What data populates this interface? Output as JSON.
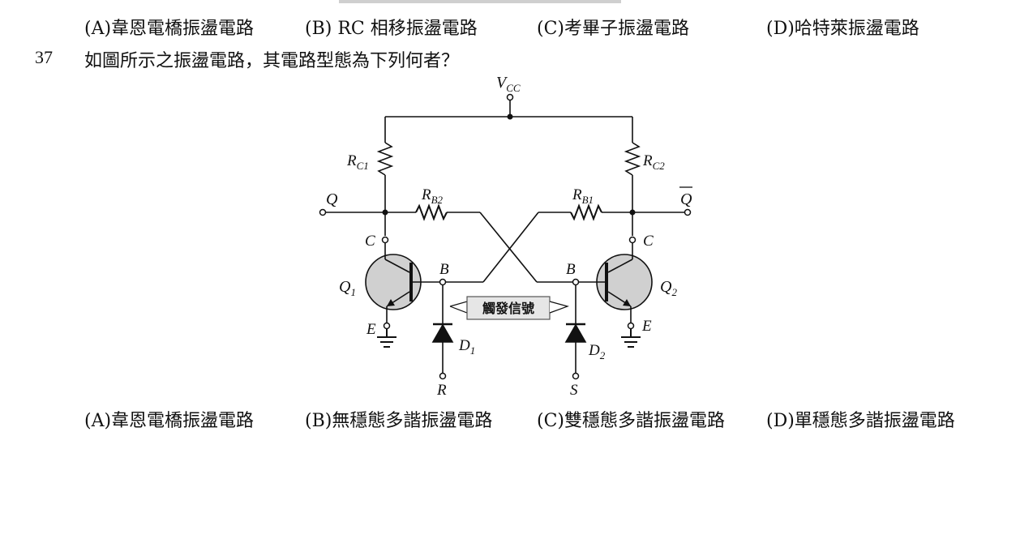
{
  "prev_question": {
    "options": [
      {
        "label": "(A)韋恩電橋振盪電路"
      },
      {
        "label": "(B) RC 相移振盪電路"
      },
      {
        "label": "(C)考畢子振盪電路"
      },
      {
        "label": "(D)哈特萊振盪電路"
      }
    ]
  },
  "question": {
    "number": "37",
    "text": "如圖所示之振盪電路，其電路型態為下列何者？",
    "options": [
      {
        "label": "(A)韋恩電橋振盪電路"
      },
      {
        "label": "(B)無穩態多諧振盪電路"
      },
      {
        "label": "(C)雙穩態多諧振盪電路"
      },
      {
        "label": "(D)單穩態多諧振盪電路"
      }
    ]
  },
  "circuit": {
    "vcc": "V",
    "vcc_sub": "CC",
    "rc1": "R",
    "rc1_sub": "C1",
    "rc2": "R",
    "rc2_sub": "C2",
    "rb2": "R",
    "rb2_sub": "B2",
    "rb1": "R",
    "rb1_sub": "B1",
    "q_out": "Q",
    "q_bar_out": "Q",
    "q1": "Q",
    "q1_sub": "1",
    "q2": "Q",
    "q2_sub": "2",
    "c_left": "C",
    "c_right": "C",
    "b_left": "B",
    "b_right": "B",
    "e_left": "E",
    "e_right": "E",
    "d1": "D",
    "d1_sub": "1",
    "d2": "D",
    "d2_sub": "2",
    "r_terminal": "R",
    "s_terminal": "S",
    "trigger_label": "觸發信號"
  }
}
